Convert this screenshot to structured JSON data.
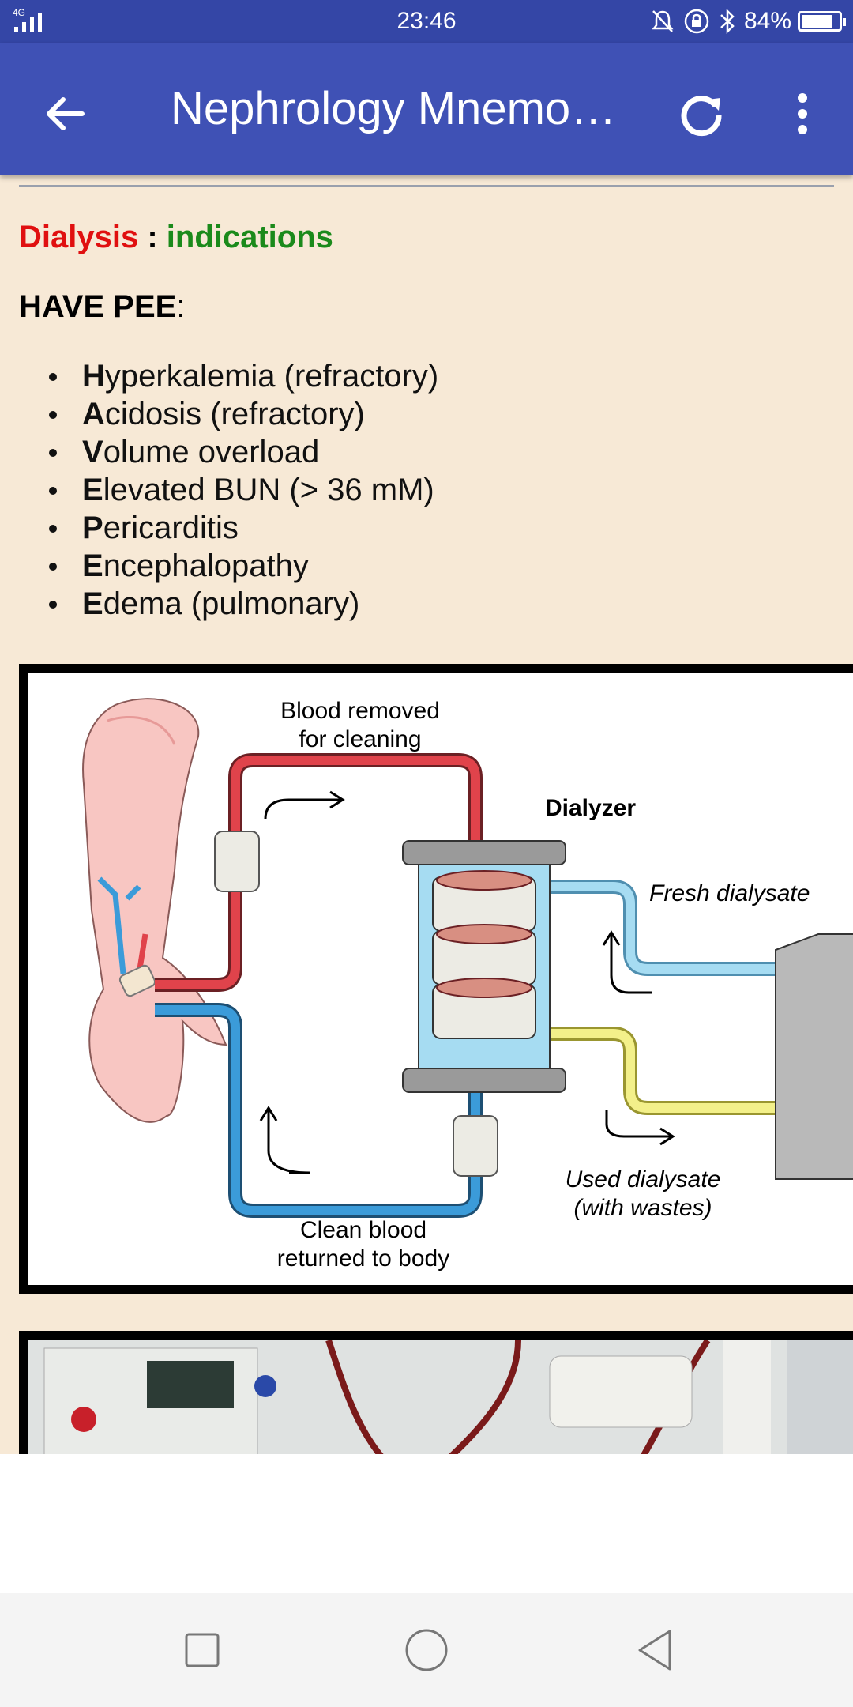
{
  "status_bar": {
    "network": "4G",
    "time": "23:46",
    "battery_text": "84%",
    "battery_level": 0.84
  },
  "app_bar": {
    "title": "Nephrology Mnemo…"
  },
  "content": {
    "heading_topic": "Dialysis",
    "heading_sep": " : ",
    "heading_sub": "indications",
    "mnemonic": "HAVE PEE",
    "mnemonic_colon": ":",
    "items": [
      {
        "first": "H",
        "rest": "yperkalemia (refractory)"
      },
      {
        "first": "A",
        "rest": "cidosis (refractory)"
      },
      {
        "first": "V",
        "rest": "olume overload"
      },
      {
        "first": "E",
        "rest": "levated BUN (> 36 mM)"
      },
      {
        "first": "P",
        "rest": "ericarditis"
      },
      {
        "first": "E",
        "rest": "ncephalopathy"
      },
      {
        "first": "E",
        "rest": "dema (pulmonary)"
      }
    ]
  },
  "diagram": {
    "blood_removed_1": "Blood removed",
    "blood_removed_2": "for cleaning",
    "dialyzer": "Dialyzer",
    "fresh_dialysate": "Fresh dialysate",
    "used_dialysate_1": "Used dialysate",
    "used_dialysate_2": "(with wastes)",
    "clean_blood_1": "Clean blood",
    "clean_blood_2": "returned to body"
  },
  "colors": {
    "status_bar": "#3446a6",
    "app_bar": "#3f51b5",
    "background": "#f7e9d6",
    "heading_red": "#e01010",
    "heading_green": "#1b8a1b",
    "blood_red": "#e0434b",
    "blood_blue": "#3b9bd9",
    "fresh_dialysate": "#a6dcf2",
    "used_dialysate": "#f3f08a"
  }
}
